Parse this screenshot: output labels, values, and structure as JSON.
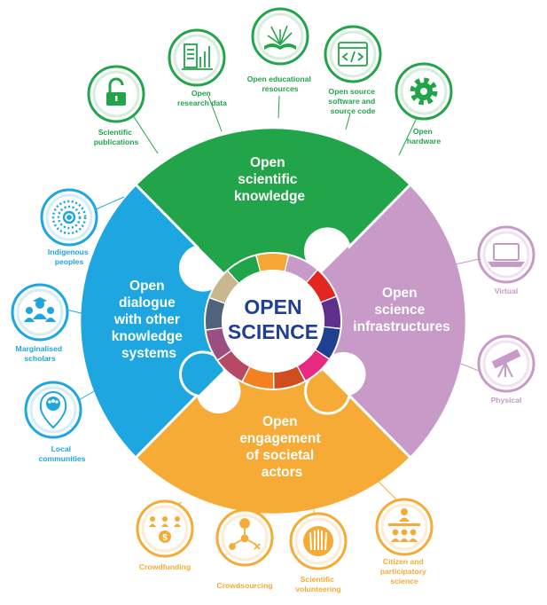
{
  "colors": {
    "green": "#22a54a",
    "purple": "#c89ac8",
    "orange": "#f5ab35",
    "blue": "#1ea6e0",
    "navy": "#1f3f91",
    "ring": [
      "#f6a634",
      "#c89ac8",
      "#e42620",
      "#5f2f8e",
      "#1f3f91",
      "#e62a7f",
      "#d04d20",
      "#f48120",
      "#b64a64",
      "#9b4e82",
      "#51627c",
      "#c9b78d",
      "#22a54a"
    ]
  },
  "center": {
    "line1": "OPEN",
    "line2": "SCIENCE"
  },
  "pieces": {
    "knowledge": {
      "lines": [
        "Open",
        "scientific",
        "knowledge"
      ]
    },
    "infrastructures": {
      "lines": [
        "Open",
        "science",
        "infrastructures"
      ]
    },
    "engagement": {
      "lines": [
        "Open",
        "engagement",
        "of societal",
        "actors"
      ]
    },
    "dialogue": {
      "lines": [
        "Open",
        "dialogue",
        "with other",
        "knowledge",
        "systems"
      ]
    }
  },
  "items": {
    "scientific_publications": {
      "icon": "padlock-open-icon",
      "lines": [
        "Scientific",
        "publications"
      ]
    },
    "open_research_data": {
      "icon": "research-data-icon",
      "lines": [
        "Open",
        "research data"
      ]
    },
    "open_educational_resources": {
      "icon": "open-book-icon",
      "lines": [
        "Open educational",
        "resources"
      ]
    },
    "open_source_software": {
      "icon": "code-window-icon",
      "lines": [
        "Open source",
        "software and",
        "source code"
      ]
    },
    "open_hardware": {
      "icon": "gear-icon",
      "lines": [
        "Open",
        "hardware"
      ]
    },
    "virtual": {
      "icon": "laptop-icon",
      "lines": [
        "Virtual"
      ]
    },
    "physical": {
      "icon": "telescope-icon",
      "lines": [
        "Physical"
      ]
    },
    "indigenous_peoples": {
      "icon": "concentric-dots-icon",
      "lines": [
        "Indigenous",
        "peoples"
      ]
    },
    "marginalised_scholars": {
      "icon": "scholars-icon",
      "lines": [
        "Marginalised",
        "scholars"
      ]
    },
    "local_communities": {
      "icon": "community-pin-icon",
      "lines": [
        "Local",
        "communities"
      ]
    },
    "crowdfunding": {
      "icon": "crowdfunding-icon",
      "lines": [
        "Crowdfunding"
      ]
    },
    "crowdsourcing": {
      "icon": "crowdsourcing-icon",
      "lines": [
        "Crowdsourcing"
      ]
    },
    "scientific_volunteering": {
      "icon": "raised-hands-icon",
      "lines": [
        "Scientific",
        "volunteering"
      ]
    },
    "citizen_science": {
      "icon": "citizen-group-icon",
      "lines": [
        "Citizen and",
        "participatory",
        "science"
      ]
    }
  }
}
